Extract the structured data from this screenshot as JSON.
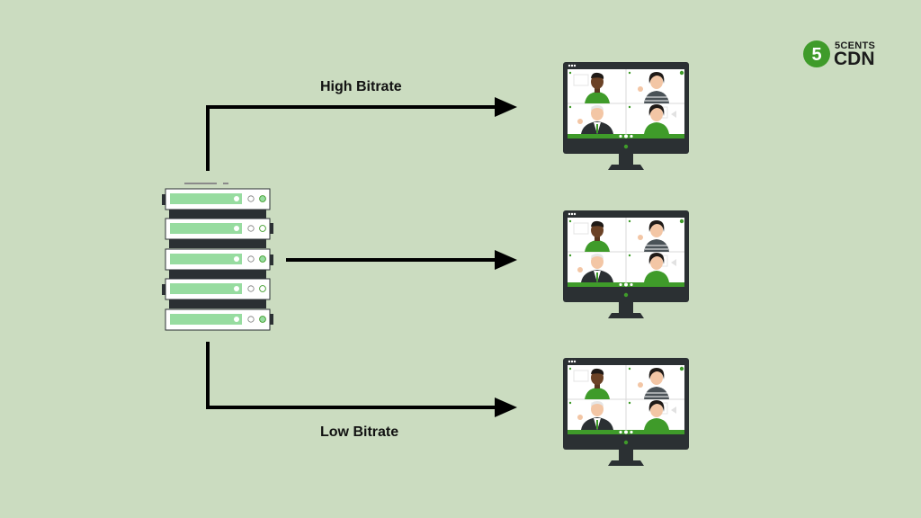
{
  "labels": {
    "high": "High Bitrate",
    "low": "Low Bitrate"
  },
  "logo": {
    "mark": "5",
    "line1": "5CENTS",
    "line2": "CDN"
  },
  "icons": [
    "server-rack-icon",
    "monitor-icon",
    "arrow-right-icon"
  ],
  "colors": {
    "background": "#cbdcc0",
    "accent_green": "#3f9b2a",
    "server_slot": "#97dca0",
    "monitor_dark": "#2b3033"
  }
}
